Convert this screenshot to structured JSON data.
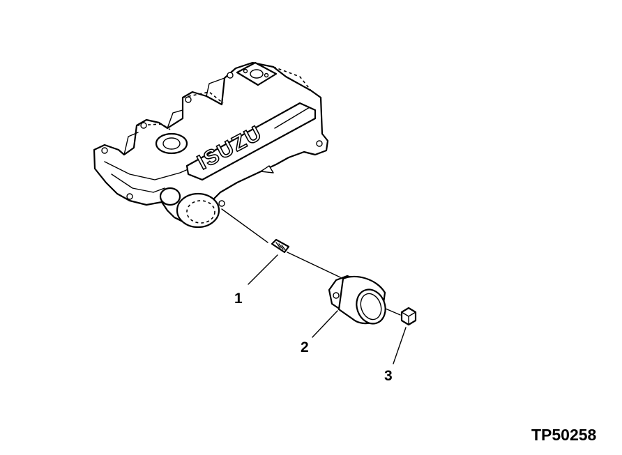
{
  "figure": {
    "id": "TP50258"
  },
  "cover": {
    "brand_text": "ISUZU"
  },
  "callouts": [
    {
      "label": "1"
    },
    {
      "label": "2"
    },
    {
      "label": "3"
    }
  ],
  "colors": {
    "ink": "#000000",
    "background": "#ffffff"
  }
}
